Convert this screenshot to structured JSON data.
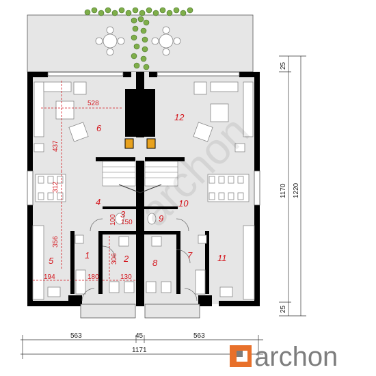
{
  "plan": {
    "rooms": [
      "1",
      "2",
      "3",
      "4",
      "5",
      "6",
      "7",
      "8",
      "9",
      "10",
      "11",
      "12"
    ],
    "inner_dims": {
      "d528": "528",
      "d437": "437",
      "d312": "312",
      "d356": "356",
      "d194": "194",
      "d180": "180",
      "d130": "130",
      "d306": "306",
      "d150": "150",
      "d100": "100"
    },
    "outer_dims": {
      "bottom_left": "563",
      "bottom_mid": "45",
      "bottom_right": "563",
      "bottom_total": "1171",
      "right_top": "25",
      "right_mid": "1170",
      "right_total": "1220",
      "right_bottom": "25"
    },
    "logo": {
      "text": "archon"
    },
    "watermark": "archon",
    "colors": {
      "wall": "#000000",
      "floor": "#e6e6e6",
      "accent": "#d4151c",
      "brand": "#7d7d7d",
      "brand_mark": "#e8702a"
    }
  }
}
